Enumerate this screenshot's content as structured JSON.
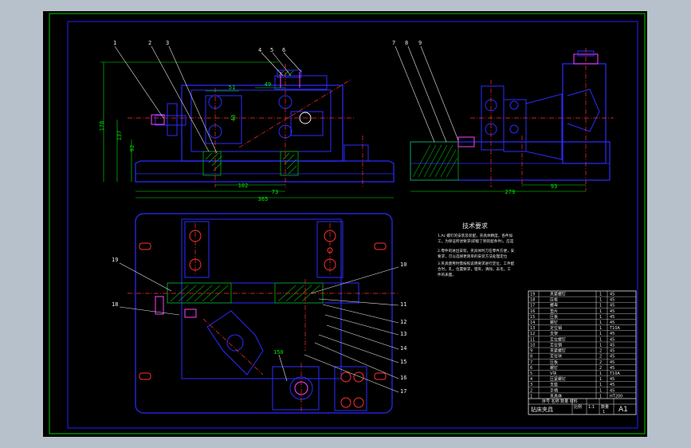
{
  "colors": {
    "background": "#b6c1cb",
    "sheet": "#000000",
    "border": "#00c800",
    "outline": "#2b2bff",
    "centerline": "#ff3030",
    "dimension": "#00e600",
    "magenta": "#ff40ff",
    "label": "#e8e8e8",
    "hatch": "#00b400"
  },
  "views": {
    "front": {
      "dims": {
        "d178": "178",
        "d137": "137",
        "d92": "92",
        "d51": "51",
        "d49": "49",
        "d40": "40",
        "d102": "102",
        "d73": "73",
        "d365": "365"
      },
      "labels": [
        "1",
        "2",
        "3",
        "4",
        "5",
        "6"
      ]
    },
    "side": {
      "dims": {
        "d279": "279",
        "d93": "93"
      },
      "labels": [
        "7",
        "8",
        "9"
      ]
    },
    "top": {
      "labels_left": [
        "19",
        "18"
      ],
      "label_150": "150",
      "labels_right": [
        "10",
        "11",
        "12",
        "13",
        "14",
        "15",
        "16",
        "17"
      ]
    }
  },
  "notes": {
    "title": "技术要求",
    "lines": [
      "1.Ac 螺钉的安装及装配，夹具体精度，各件加",
      "  工，为保证所述要求(即能了到装配条件)，应是",
      "2.零件的进出安装，夹具体时刀在零件方便，安",
      "  要求，可以选择更简单的安装方法处理定位",
      "3.夹具使用时需按照说明要求进行定位，工件配",
      "  合时，孔，位置要求，钳夹，清除，去毛，工",
      "  件的表面。"
    ]
  },
  "title_block": {
    "rows": [
      {
        "no": "19",
        "name": "夹紧螺钉",
        "qty": "1",
        "mat": "45"
      },
      {
        "no": "18",
        "name": "压板",
        "qty": "1",
        "mat": "45"
      },
      {
        "no": "17",
        "name": "螺母",
        "qty": "1",
        "mat": "45"
      },
      {
        "no": "16",
        "name": "垫片",
        "qty": "1",
        "mat": "45"
      },
      {
        "no": "15",
        "name": "压板",
        "qty": "1",
        "mat": "45"
      },
      {
        "no": "14",
        "name": "螺钉",
        "qty": "1",
        "mat": "45"
      },
      {
        "no": "13",
        "name": "定位销",
        "qty": "1",
        "mat": "T10A"
      },
      {
        "no": "12",
        "name": "支架",
        "qty": "1",
        "mat": "45"
      },
      {
        "no": "11",
        "name": "定位螺钉",
        "qty": "1",
        "mat": "45"
      },
      {
        "no": "10",
        "name": "定位销",
        "qty": "1",
        "mat": "45"
      },
      {
        "no": "9",
        "name": "夹紧螺钉",
        "qty": "2",
        "mat": "45"
      },
      {
        "no": "8",
        "name": "定位块",
        "qty": "2",
        "mat": "45"
      },
      {
        "no": "7",
        "name": "压板",
        "qty": "2",
        "mat": "45"
      },
      {
        "no": "6",
        "name": "螺钉",
        "qty": "2",
        "mat": "45"
      },
      {
        "no": "5",
        "name": "V块",
        "qty": "1",
        "mat": "T10A"
      },
      {
        "no": "4",
        "name": "压紧螺钉",
        "qty": "1",
        "mat": "45"
      },
      {
        "no": "3",
        "name": "支座",
        "qty": "1",
        "mat": "45"
      },
      {
        "no": "2",
        "name": "手柄",
        "qty": "1",
        "mat": "45"
      },
      {
        "no": "1",
        "name": "夹具体",
        "qty": "1",
        "mat": "HT200"
      }
    ],
    "header_small": "序号 名称 数量 材料",
    "drawing_title": "钻床夹具",
    "sheet_size": "A1",
    "mini1": "比例",
    "mini2": "1:1",
    "mini3": "数量",
    "mini4": "1"
  }
}
